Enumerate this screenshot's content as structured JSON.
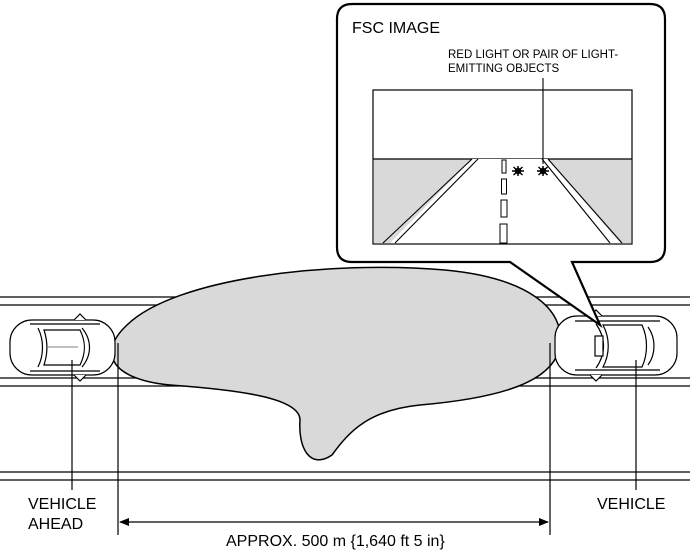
{
  "callout": {
    "title": "FSC IMAGE",
    "annotation_line1": "RED LIGHT OR PAIR OF LIGHT-",
    "annotation_line2": "EMITTING OBJECTS"
  },
  "labels": {
    "vehicle_ahead_line1": "VEHICLE",
    "vehicle_ahead_line2": "AHEAD",
    "vehicle": "VEHICLE",
    "distance": "APPROX. 500 m {1,640 ft 5 in}"
  },
  "colors": {
    "line": "#000000",
    "detection_area": "#d9d9d9",
    "background": "#ffffff"
  }
}
